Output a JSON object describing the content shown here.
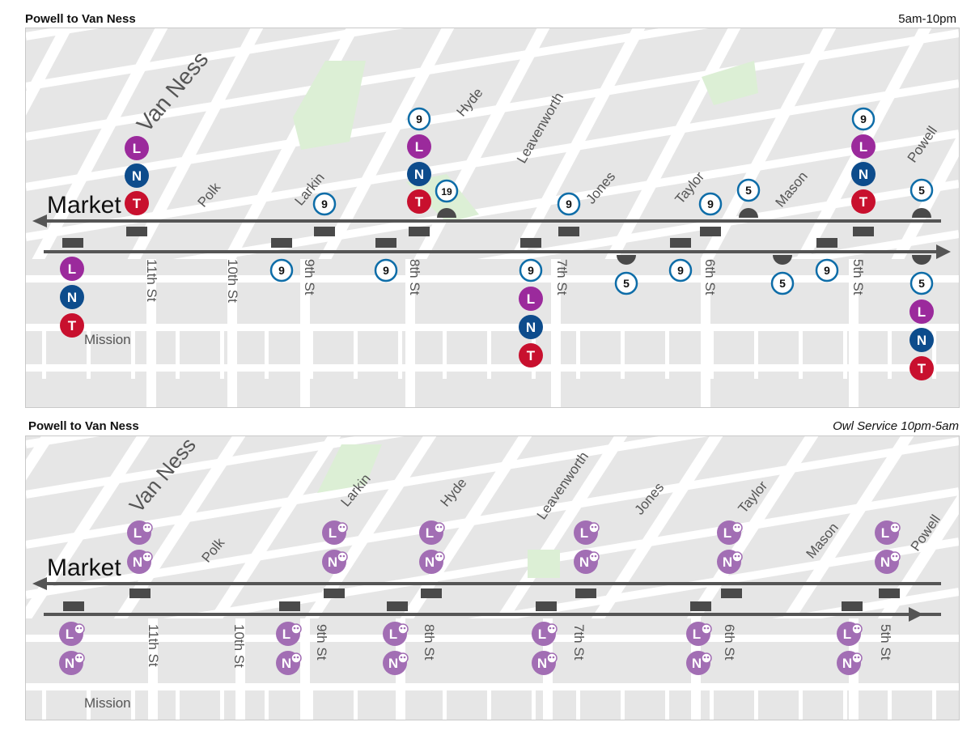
{
  "colors": {
    "map_background": "#e6e6e6",
    "street": "#ffffff",
    "park": "#dcefd5",
    "route_line": "#555555",
    "stop_marker": "#4a4a4a",
    "line_L": "#9b2a9c",
    "line_N": "#0d4c8c",
    "line_T": "#c8102e",
    "bus_ring": "#0e6da8",
    "owl": "#a26eb4"
  },
  "icon_names": {
    "line_L": "muni-l-line-icon",
    "line_N": "muni-n-line-icon",
    "line_T": "muni-t-line-icon",
    "bus": "bus-route-icon",
    "owl": "owl-service-icon"
  },
  "day_map": {
    "title": "Powell to Van Ness",
    "hours": "5am-10pm",
    "market_label": "Market",
    "north_streets": [
      "Van Ness",
      "Polk",
      "Larkin",
      "Hyde",
      "Leavenworth",
      "Jones",
      "Taylor",
      "Mason",
      "Powell"
    ],
    "south_streets": [
      "11th St",
      "10th St",
      "9th St",
      "8th St",
      "7th St",
      "6th St",
      "5th St"
    ],
    "mission_label": "Mission",
    "outbound_stops": [
      {
        "street": "Van Ness",
        "routes": [
          "L",
          "N",
          "T"
        ]
      },
      {
        "street": "Larkin",
        "routes": [
          "9"
        ]
      },
      {
        "street": "8th St",
        "routes": [
          "9",
          "L",
          "N",
          "T"
        ]
      },
      {
        "street": "8th St",
        "routes": [
          "19"
        ]
      },
      {
        "street": "Jones",
        "routes": [
          "9"
        ]
      },
      {
        "street": "Taylor",
        "routes": [
          "9"
        ]
      },
      {
        "street": "Taylor",
        "routes": [
          "5"
        ]
      },
      {
        "street": "5th St",
        "routes": [
          "9",
          "L",
          "N",
          "T"
        ]
      },
      {
        "street": "Powell",
        "routes": [
          "5"
        ]
      }
    ],
    "inbound_stops": [
      {
        "street": "Mission",
        "routes": [
          "L",
          "N",
          "T"
        ]
      },
      {
        "street": "9th St",
        "routes": [
          "9"
        ]
      },
      {
        "street": "8th St",
        "routes": [
          "9"
        ]
      },
      {
        "street": "7th St",
        "routes": [
          "9",
          "L",
          "N",
          "T"
        ]
      },
      {
        "street": "Jones",
        "routes": [
          "5"
        ]
      },
      {
        "street": "6th St",
        "routes": [
          "9"
        ]
      },
      {
        "street": "Mason",
        "routes": [
          "5"
        ]
      },
      {
        "street": "5th St",
        "routes": [
          "9"
        ]
      },
      {
        "street": "Powell",
        "routes": [
          "5",
          "L",
          "N",
          "T"
        ]
      }
    ]
  },
  "owl_map": {
    "title": "Powell to Van Ness",
    "hours": "Owl Service 10pm-5am",
    "market_label": "Market",
    "north_streets": [
      "Van Ness",
      "Polk",
      "Larkin",
      "Hyde",
      "Leavenworth",
      "Jones",
      "Taylor",
      "Mason",
      "Powell"
    ],
    "south_streets": [
      "11th St",
      "10th St",
      "9th St",
      "8th St",
      "7th St",
      "6th St",
      "5th St"
    ],
    "mission_label": "Mission",
    "outbound_stops": [
      {
        "street": "Van Ness",
        "routes": [
          "L",
          "N"
        ]
      },
      {
        "street": "Larkin",
        "routes": [
          "L",
          "N"
        ]
      },
      {
        "street": "Hyde",
        "routes": [
          "L",
          "N"
        ]
      },
      {
        "street": "Jones",
        "routes": [
          "L",
          "N"
        ]
      },
      {
        "street": "Taylor",
        "routes": [
          "L",
          "N"
        ]
      },
      {
        "street": "Powell",
        "routes": [
          "L",
          "N"
        ]
      }
    ],
    "inbound_stops": [
      {
        "street": "Mission",
        "routes": [
          "L",
          "N"
        ]
      },
      {
        "street": "9th St",
        "routes": [
          "L",
          "N"
        ]
      },
      {
        "street": "8th St",
        "routes": [
          "L",
          "N"
        ]
      },
      {
        "street": "7th St",
        "routes": [
          "L",
          "N"
        ]
      },
      {
        "street": "6th St",
        "routes": [
          "L",
          "N"
        ]
      },
      {
        "street": "5th St",
        "routes": [
          "L",
          "N"
        ]
      }
    ]
  }
}
